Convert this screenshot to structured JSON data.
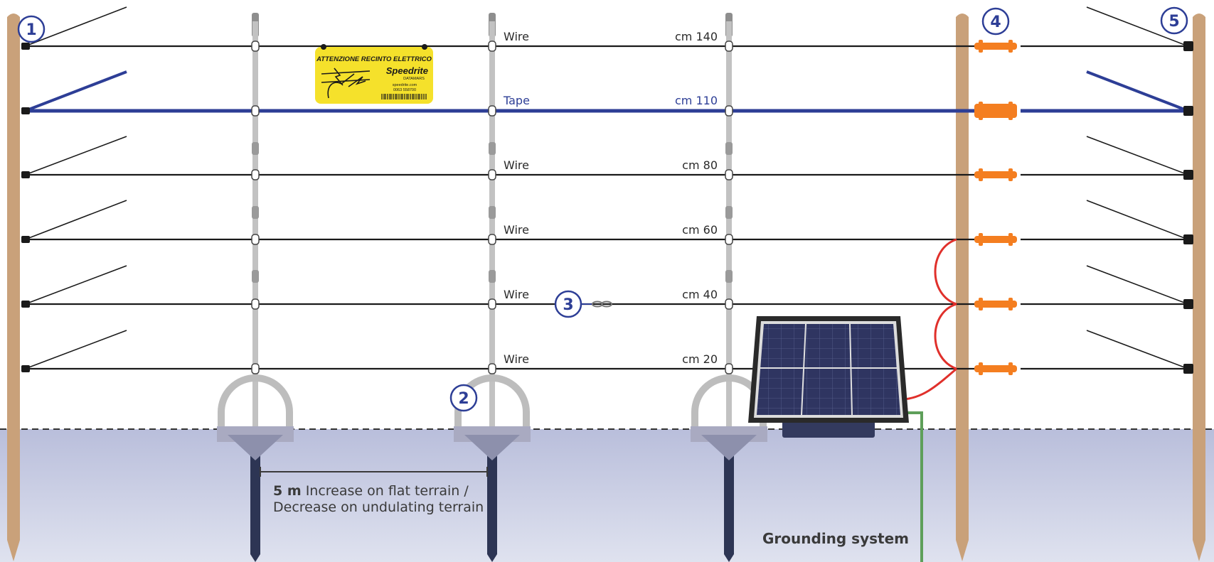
{
  "fence": {
    "lines": [
      {
        "type_label": "Wire",
        "height_label": "cm 140",
        "kind": "wire"
      },
      {
        "type_label": "Tape",
        "height_label": "cm 110",
        "kind": "tape"
      },
      {
        "type_label": "Wire",
        "height_label": "cm 80",
        "kind": "wire"
      },
      {
        "type_label": "Wire",
        "height_label": "cm 60",
        "kind": "wire"
      },
      {
        "type_label": "Wire",
        "height_label": "cm 40",
        "kind": "wire"
      },
      {
        "type_label": "Wire",
        "height_label": "cm 20",
        "kind": "wire"
      }
    ]
  },
  "callouts": [
    "1",
    "2",
    "3",
    "4",
    "5"
  ],
  "sign": {
    "title": "ATTENZIONE RECINTO ELETTRICO",
    "brand": "Speedrite",
    "brand_sub": "DATAMARS",
    "website": "speedrite.com",
    "code": "0063 558700"
  },
  "spacing_note": {
    "bold": "5 m",
    "line1": "Increase on flat terrain /",
    "line2": "Decrease on undulating terrain"
  },
  "grounding_label": "Grounding system",
  "colors": {
    "wire": "#1a1a1a",
    "tape": "#2d3e96",
    "post_wood": "#c9a17a",
    "insulator_orange": "#f47e20",
    "ground": "#c4c9e0",
    "ground_rod": "#5e9f5a",
    "jumper": "#e0302b",
    "callout": "#2d3e96",
    "sign_yellow": "#f5e12b"
  }
}
